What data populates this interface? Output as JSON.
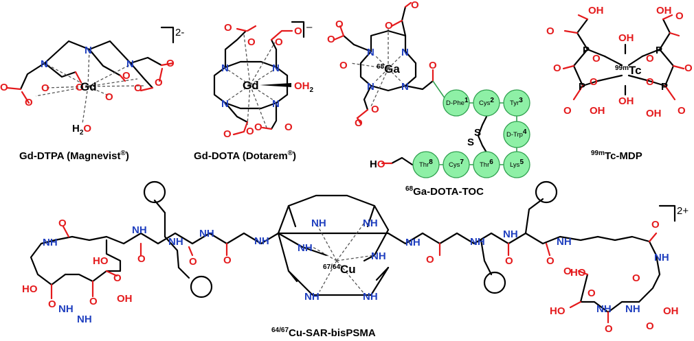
{
  "molecules": {
    "dtpa": {
      "caption": "Gd-DTPA (Magnevist",
      "reg": "®",
      "caption_end": ")",
      "metal": "Gd",
      "charge": "2-",
      "water_h": "H",
      "water_sub": "2",
      "water_o": "O"
    },
    "dota": {
      "caption": "Gd-DOTA (Dotarem",
      "reg": "®",
      "caption_end": ")",
      "metal": "Gd",
      "charge": "–",
      "aqua": "OH",
      "aqua_sub": "2"
    },
    "toc": {
      "caption_sup": "68",
      "caption": "Ga-DOTA-TOC",
      "metal_sup": "68",
      "metal": "Ga",
      "residues": [
        "D-Phe",
        "Cys",
        "Tyr",
        "D-Trp",
        "Lys",
        "Thr",
        "Cys",
        "Thr"
      ],
      "residue_numbers": [
        "1",
        "2",
        "3",
        "4",
        "5",
        "6",
        "7",
        "8"
      ],
      "disulfide": "S"
    },
    "mdp": {
      "caption_sup": "99m",
      "caption": "Tc-MDP",
      "metal_sup": "99m",
      "metal": "Tc"
    },
    "sar": {
      "caption_sup": "64/67",
      "caption": "Cu-SAR-bisPSMA",
      "metal_sup": "67/64",
      "metal": "Cu",
      "charge": "2+"
    }
  },
  "labels": {
    "oxygen": "O",
    "nitrogen": "N",
    "amine": "NH",
    "hydroxyl": "OH",
    "acid_left": "HO",
    "phosphorus": "P",
    "hydrogen": "H"
  },
  "colors": {
    "oxygen": "#e41a1c",
    "nitrogen": "#1f3fbf",
    "peptide": "#8ef0a6",
    "bond": "#000000"
  }
}
